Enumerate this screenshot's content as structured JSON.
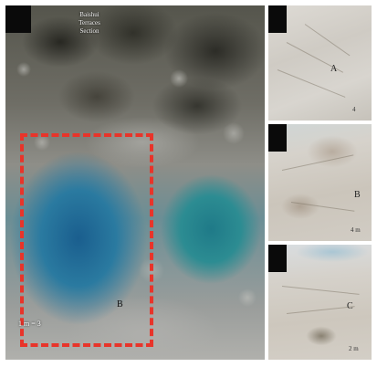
{
  "main_panel": {
    "legend_lines": [
      "Baishui",
      "Terraces",
      "Section"
    ],
    "region_label": "B",
    "scale_text": "1 m = 3"
  },
  "side_panels": [
    {
      "letter": "A",
      "scale": "4"
    },
    {
      "letter": "B",
      "scale": "4 m"
    },
    {
      "letter": "C",
      "scale": "2 m"
    }
  ],
  "colors": {
    "dashed_box": "#e8342a",
    "water_blue": "#1f6f95",
    "background": "#ffffff"
  }
}
